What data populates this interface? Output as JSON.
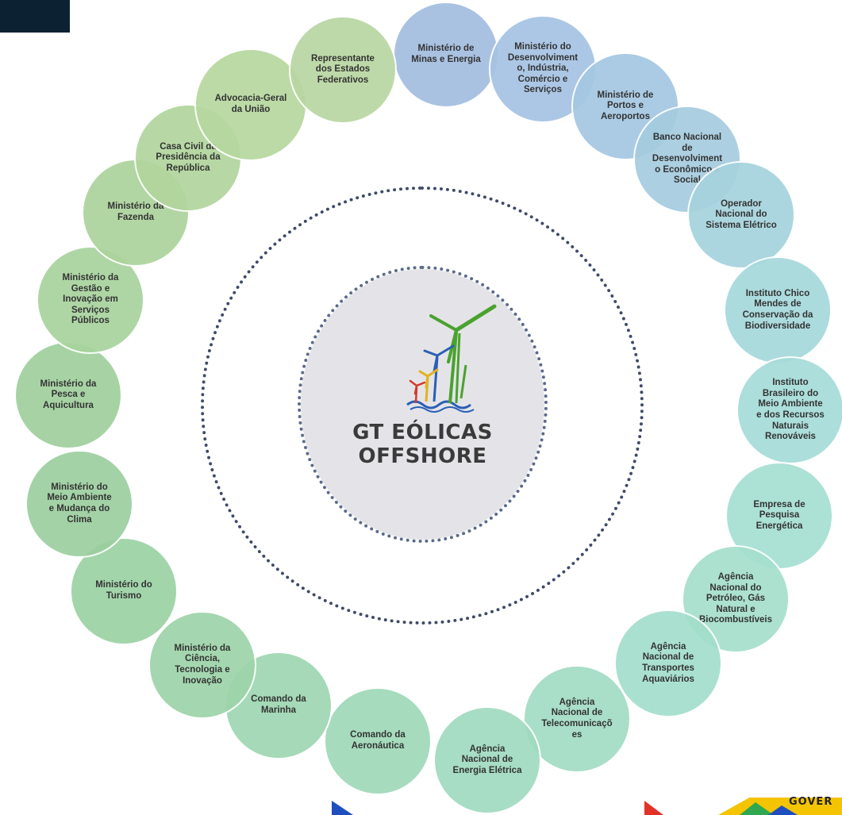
{
  "center": {
    "title_line1": "GT EÓLICAS",
    "title_line2": "OFFSHORE"
  },
  "footer": {
    "gov_text": "GOVER"
  },
  "members": [
    {
      "label": "Ministério de\nMinas e Energia",
      "color": "#a3bde0"
    },
    {
      "label": "Ministério do\nDesenvolviment\no, Indústria,\nComércio e\nServiços",
      "color": "#a6c3e3"
    },
    {
      "label": "Ministério de\nPortos e\nAeroportos",
      "color": "#a4c7e2"
    },
    {
      "label": "Banco Nacional\nde\nDesenvolviment\no Econômico e\nSocial",
      "color": "#a5ccdf"
    },
    {
      "label": "Operador\nNacional do\nSistema Elétrico",
      "color": "#a5d3dd"
    },
    {
      "label": "Instituto Chico\nMendes de\nConservação da\nBiodiversidade",
      "color": "#a6d9dc"
    },
    {
      "label": "Instituto\nBrasileiro do\nMeio Ambiente\ne dos Recursos\nNaturais\nRenováveis",
      "color": "#a6dcd9"
    },
    {
      "label": "Empresa de\nPesquisa\nEnergética",
      "color": "#a6dfd3"
    },
    {
      "label": "Agência\nNacional do\nPetróleo, Gás\nNatural e\nBiocombustíveis",
      "color": "#a5dfcd"
    },
    {
      "label": "Agência\nNacional de\nTransportes\nAquaviários",
      "color": "#a3decb"
    },
    {
      "label": "Agência\nNacional de\nTelecomunicaçõ\nes",
      "color": "#a2dcc4"
    },
    {
      "label": "Agência\nNacional de\nEnergia Elétrica",
      "color": "#a0dbbf"
    },
    {
      "label": "Comando da\nAeronáutica",
      "color": "#9fd9b8"
    },
    {
      "label": "Comando da\nMarinha",
      "color": "#9ed6b1"
    },
    {
      "label": "Ministério da\nCiência,\nTecnologia e\nInovação",
      "color": "#9dd4a9"
    },
    {
      "label": "Ministério do\nTurismo",
      "color": "#9cd2a4"
    },
    {
      "label": "Ministério do\nMeio Ambiente\ne Mudança do\nClima",
      "color": "#9ccf9f"
    },
    {
      "label": "Ministério da\nPesca e\nAquicultura",
      "color": "#a0d09d"
    },
    {
      "label": "Ministério da\nGestão e\nInovação em\nServiços\nPúblicos",
      "color": "#a8d39e"
    },
    {
      "label": "Ministério da\nFazenda",
      "color": "#acd39c"
    },
    {
      "label": "Casa Civil da\nPresidência da\nRepública",
      "color": "#b1d59d"
    },
    {
      "label": "Advocacia-Geral\nda União",
      "color": "#b6d79f"
    },
    {
      "label": "Representante\ndos Estados\nFederativos",
      "color": "#b9d6a2"
    }
  ]
}
